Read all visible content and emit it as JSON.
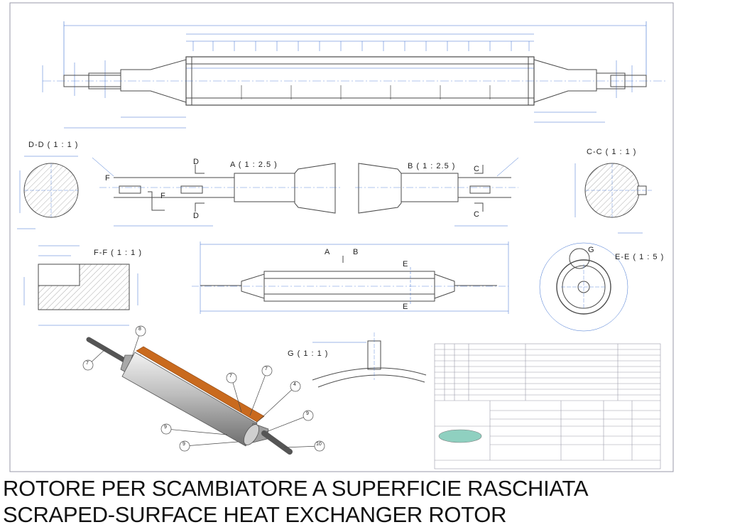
{
  "views": {
    "dd": "D-D ( 1 : 1 )",
    "a": "A ( 1 : 2.5 )",
    "b": "B ( 1 : 2.5 )",
    "cc": "C-C ( 1 : 1 )",
    "ff": "F-F ( 1 : 1 )",
    "ee": "E-E ( 1 : 5 )",
    "g": "G ( 1 : 1 )"
  },
  "markers": {
    "d": "D",
    "f": "F",
    "c": "C",
    "g": "G",
    "a": "A",
    "b": "B",
    "e": "E"
  },
  "balloons": [
    "8",
    "7",
    "7",
    "7",
    "4",
    "9",
    "9",
    "9",
    "10"
  ],
  "caption": {
    "italian": "ROTORE  PER SCAMBIATORE A SUPERFICIE RASCHIATA",
    "english": "SCRAPED-SURFACE HEAT EXCHANGER ROTOR"
  },
  "colors": {
    "line": "#4a4a4a",
    "dimension": "#3b6fd0",
    "hatch": "#9a9a9a",
    "blade": "#c96a1e",
    "frame": "#9a9aa8",
    "logo": "#8fd0c0"
  }
}
